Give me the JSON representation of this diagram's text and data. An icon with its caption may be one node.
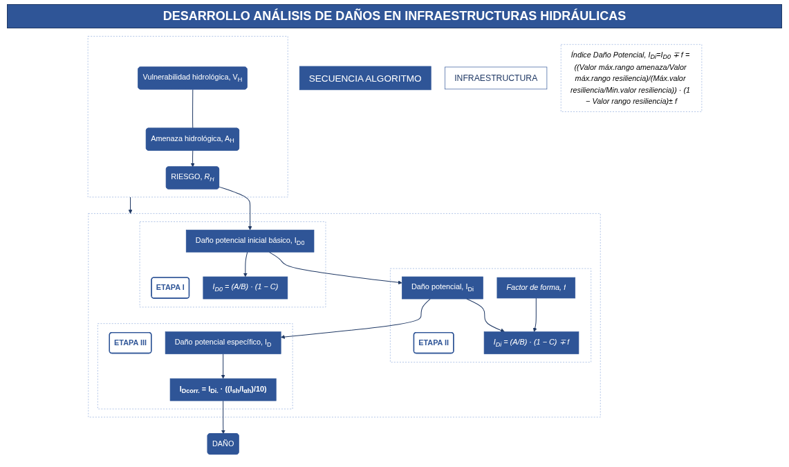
{
  "diagram": {
    "title": "DESARROLLO ANÁLISIS DE DAÑOS EN INFRAESTRUCTURAS HIDRÁULICAS",
    "nodes": [
      {
        "text": [
          "SECUENCIA ALGORITMO"
        ]
      },
      {
        "text": [],
        "shape": "box"
      },
      {
        "text": [
          "RIESGO, *R$_{H}$*"
        ],
        "in": 1
      },
      {
        "text": [
          "Amenaza hidrológica, A$_{H}$"
        ],
        "in": 1
      },
      {
        "text": [
          "Vulnerabilidad hidrológica, V$_{H}$"
        ],
        "in": 1
      },
      {
        "text": [],
        "shape": "box"
      },
      {
        "text": [],
        "shape": "box",
        "in": 5
      },
      {
        "text": [
          "ETAPA I"
        ],
        "in": 6
      },
      {
        "text": [
          "Daño potencial inicial básico, I$_{D0}$"
        ],
        "in": 6
      },
      {
        "text": [
          "*I$_{D0}$ = (A/B) · (1 − C)*"
        ],
        "in": 6
      },
      {
        "text": [],
        "shape": "box",
        "in": 5
      },
      {
        "text": [
          "ETAPA II"
        ],
        "in": 10
      },
      {
        "text": [
          "*Factor de forma, f*"
        ],
        "in": 10
      },
      {
        "text": [
          "Daño potencial, I$_{Di}$"
        ],
        "in": 10
      },
      {
        "text": [
          "*I$_{Di}$ = (A/B) · (1 − C) ∓ f*"
        ],
        "in": 10
      },
      {
        "text": [],
        "shape": "box",
        "in": 5
      },
      {
        "text": [
          "ETAPA III"
        ],
        "in": 15
      },
      {
        "text": [
          "Daño potencial específico, I$_{D}$"
        ],
        "in": 15
      },
      {
        "text": [
          "**I$_{Dcorr.}$ = I$_{Di.}$ · ((I$_{sh}$/I$_{αh}$)/10)**"
        ],
        "in": 15
      },
      {
        "text": [
          "INFRAESTRUCTURA"
        ]
      },
      {
        "text": [
          "DAÑO"
        ]
      },
      {
        "text": [
          "*Índice Daño Potencial, I$_{Di}$=I$_{D0}$ ∓ f = ((Valor máx.rango amenaza/Valor máx.rango resiliencia)/(Máx.valor resiliencia/Min.valor resiliencia)) · (1 − Valor rango resiliencia)± f*"
        ]
      }
    ],
    "edges": [
      {
        "from": 4,
        "to": 3,
        "arrow": "none"
      },
      {
        "from": 3,
        "to": 2,
        "arrow": "to"
      },
      {
        "from": 2,
        "to": 8,
        "arrow": "to"
      },
      {
        "from": 8,
        "to": 9,
        "arrow": "to"
      },
      {
        "from": 8,
        "to": 13,
        "arrow": "to"
      },
      {
        "from": 12,
        "to": 14,
        "arrow": "to"
      },
      {
        "from": 13,
        "to": 14,
        "arrow": "to"
      },
      {
        "from": 13,
        "to": 17,
        "arrow": "to"
      },
      {
        "from": 17,
        "to": 18,
        "arrow": "to"
      },
      {
        "from": 18,
        "to": 20,
        "arrow": "to"
      },
      {
        "from": 1,
        "to": 5,
        "arrow": "to"
      }
    ]
  }
}
